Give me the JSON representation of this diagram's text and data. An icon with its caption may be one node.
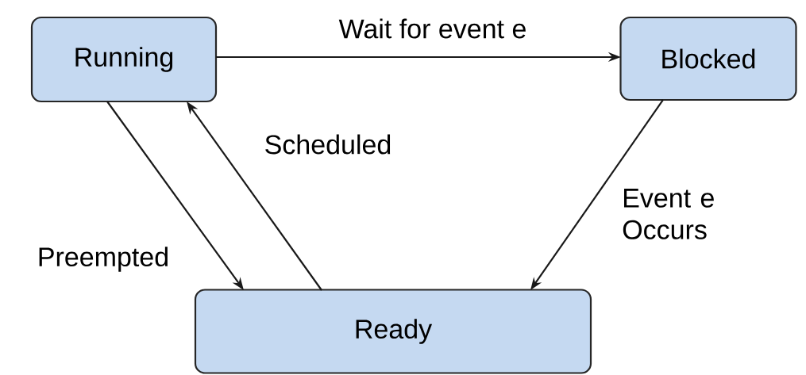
{
  "diagram": {
    "nodes": [
      {
        "text": [
          "Running"
        ]
      },
      {
        "text": [
          "Blocked"
        ]
      },
      {
        "text": [
          "Ready"
        ]
      }
    ],
    "edges": [
      {
        "from": 0,
        "to": 1,
        "arrow": "to",
        "label": "Wait for event e"
      },
      {
        "from": 0,
        "to": 2,
        "arrow": "to",
        "label": "Preempted"
      },
      {
        "from": 2,
        "to": 0,
        "arrow": "to",
        "label": "Scheduled"
      },
      {
        "from": 1,
        "to": 2,
        "arrow": "to",
        "label": "Event e Occurs"
      }
    ]
  }
}
